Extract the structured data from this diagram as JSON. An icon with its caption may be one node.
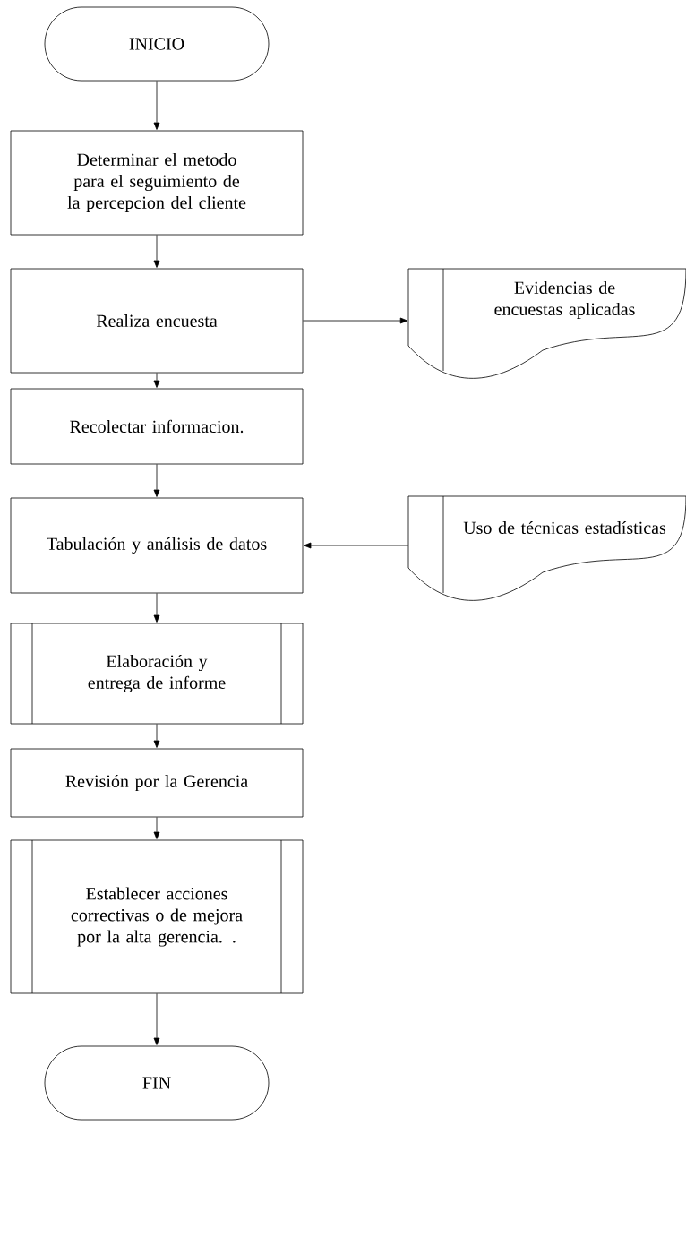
{
  "diagram": {
    "nodes": [
      {
        "text": [
          "INICIO"
        ]
      },
      {
        "text": [
          "Determinar el metodo para el seguimiento de la percepcion del cliente"
        ]
      },
      {
        "text": [
          "Realiza encuesta"
        ]
      },
      {
        "text": [
          "Evidencias de encuestas aplicadas"
        ]
      },
      {
        "text": [
          "Recolectar informacion."
        ]
      },
      {
        "text": [
          "Tabulación y análisis de datos"
        ]
      },
      {
        "text": [
          "Uso de técnicas estadísticas"
        ]
      },
      {
        "text": [
          "Elaboración y entrega de informe"
        ]
      },
      {
        "text": [
          "Revisión por la Gerencia"
        ]
      },
      {
        "text": [
          "Establecer acciones correctivas o de mejora por la alta gerencia. ."
        ]
      },
      {
        "text": [
          "FIN"
        ]
      }
    ],
    "edges": [
      {
        "from": 0,
        "to": 1,
        "arrow": "to"
      },
      {
        "from": 1,
        "to": 2,
        "arrow": "to"
      },
      {
        "from": 2,
        "to": 3,
        "arrow": "to"
      },
      {
        "from": 2,
        "to": 4,
        "arrow": "to"
      },
      {
        "from": 4,
        "to": 5,
        "arrow": "to"
      },
      {
        "from": 6,
        "to": 5,
        "arrow": "to"
      },
      {
        "from": 5,
        "to": 7,
        "arrow": "to"
      },
      {
        "from": 7,
        "to": 8,
        "arrow": "to"
      },
      {
        "from": 8,
        "to": 9,
        "arrow": "to"
      },
      {
        "from": 9,
        "to": 10,
        "arrow": "to"
      }
    ]
  }
}
